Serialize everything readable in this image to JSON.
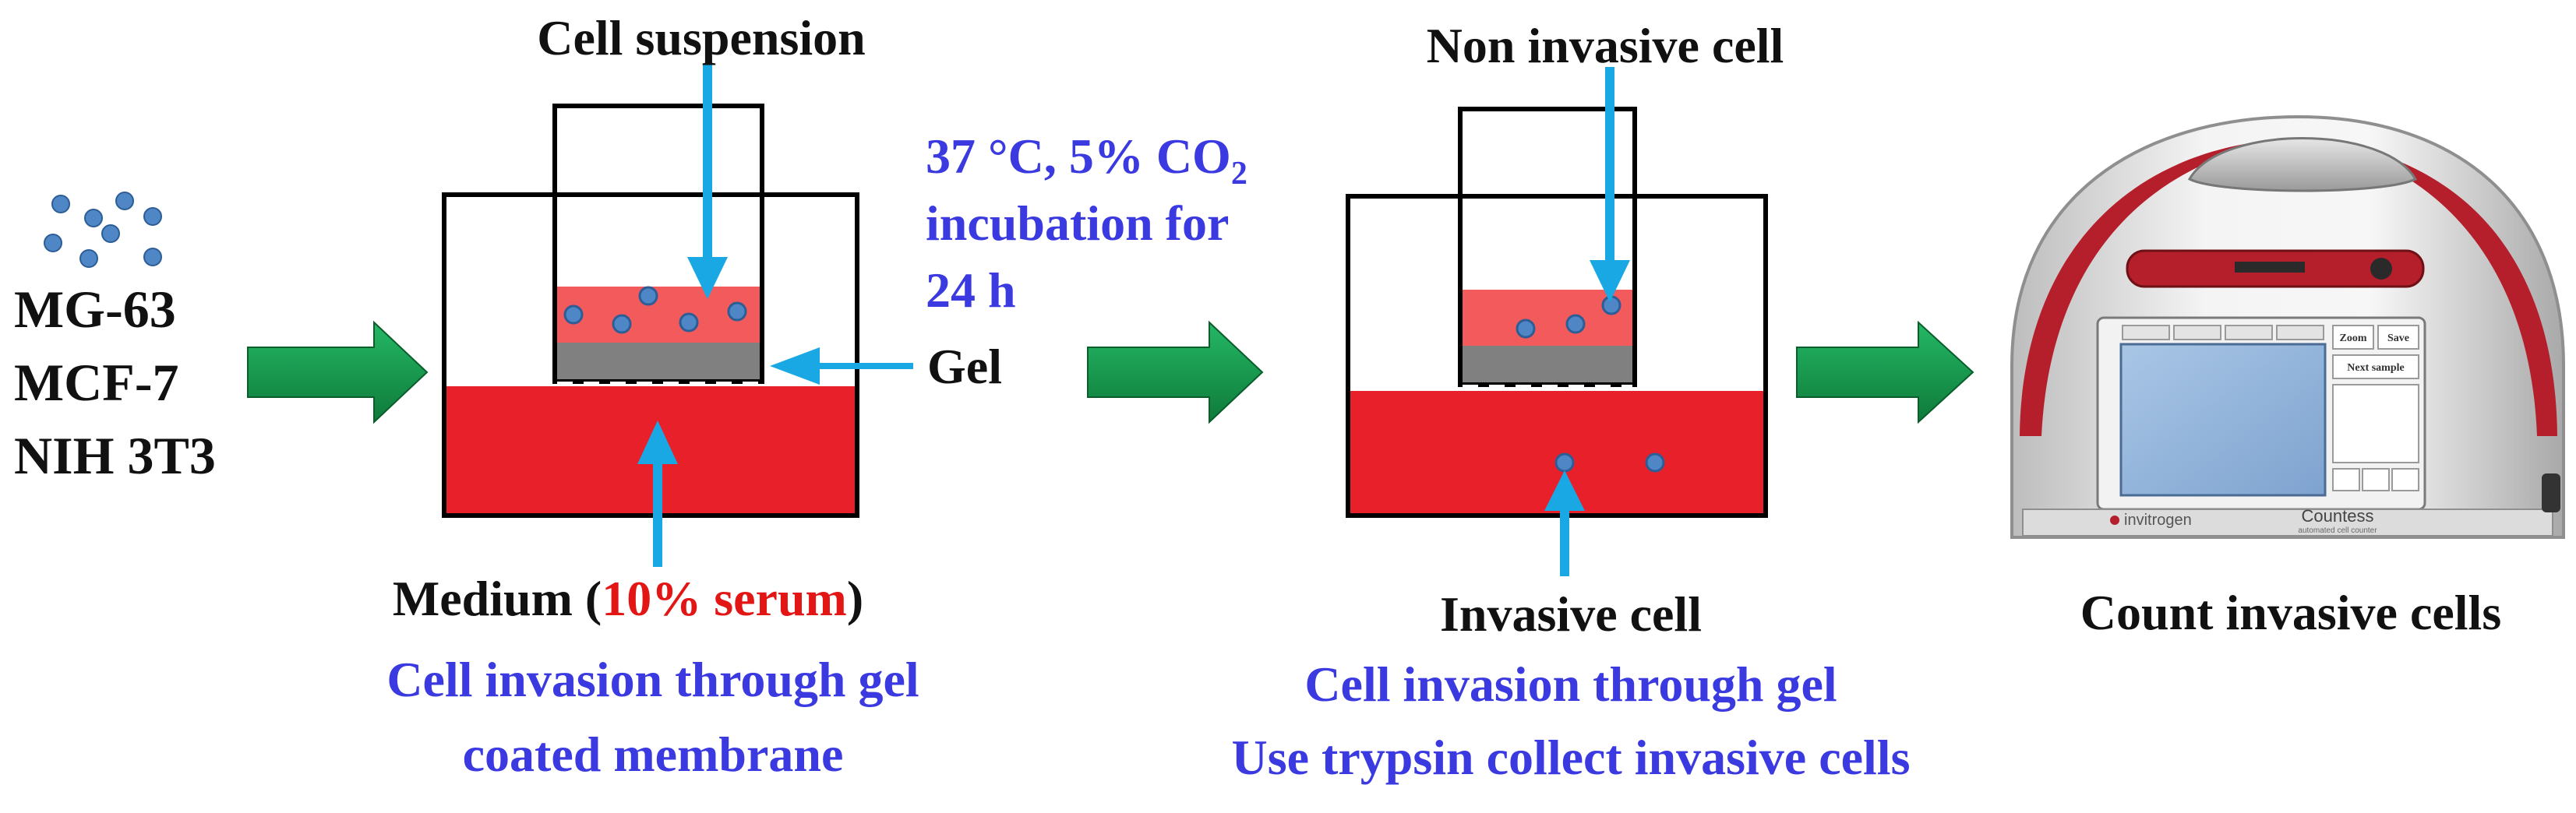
{
  "cell_lines": {
    "line1": "MG-63",
    "line2": "MCF-7",
    "line3": "NIH 3T3"
  },
  "step1": {
    "top_label": "Cell suspension",
    "side_label": "Gel",
    "medium_prefix": "Medium (",
    "medium_highlight": "10% serum",
    "medium_suffix": ")",
    "caption_line1": "Cell invasion through gel",
    "caption_line2": "coated membrane"
  },
  "incubation": {
    "line1_prefix": "37 °C, 5% CO",
    "line1_subscript": "2",
    "line2": "incubation for",
    "line3": "24 h"
  },
  "step2": {
    "top_label": "Non invasive cell",
    "bottom_label": "Invasive cell",
    "caption_line1": "Cell invasion through gel",
    "caption_line2": "Use trypsin collect invasive cells"
  },
  "step3": {
    "label": "Count invasive cells",
    "device_brand": "invitrogen",
    "device_name": "Countess",
    "device_subtitle": "automated cell counter",
    "screen_buttons": [
      "Zoom",
      "Save",
      "Next sample"
    ]
  },
  "colors": {
    "medium_red": "#e8202a",
    "suspension_red": "#f25a5c",
    "gel_gray": "#808080",
    "cell_blue": "#4f86c6",
    "pointer_blue": "#1aa8e4",
    "flow_arrow_green": "#169a4e",
    "caption_blue": "#3a3ae0",
    "highlight_red": "#e31616"
  }
}
